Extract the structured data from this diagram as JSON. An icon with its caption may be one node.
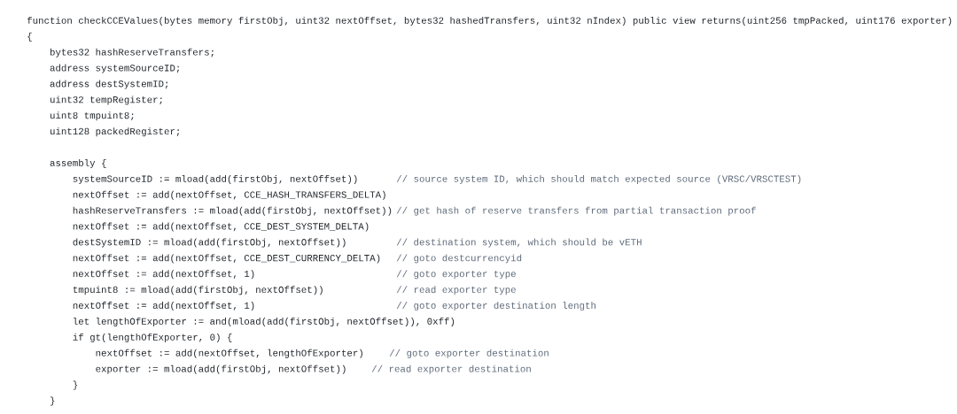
{
  "diagram": {
    "labels": [
      "function checkCCEValues(bytes memory firstObj, uint32 nextOffset, bytes32 hashedTransfers, uint32 nIndex) public view returns(uint256 tmpPacked, uint176 exporter)",
      "{",
      "bytes32 hashReserveTransfers;",
      "address systemSourceID;",
      "address destSystemID;",
      "uint32 tempRegister;",
      "uint8 tmpuint8;",
      "uint128 packedRegister;",
      "assembly {",
      "systemSourceID := mload(add(firstObj, nextOffset))",
      "// source system ID, which should match expected source (VRSC/VRSCTEST)",
      "nextOffset := add(nextOffset, CCE_HASH_TRANSFERS_DELTA)",
      "hashReserveTransfers := mload(add(firstObj, nextOffset))",
      "// get hash of reserve transfers from partial transaction proof",
      "nextOffset := add(nextOffset, CCE_DEST_SYSTEM_DELTA)",
      "destSystemID := mload(add(firstObj, nextOffset))",
      "// destination system, which should be vETH",
      "nextOffset := add(nextOffset, CCE_DEST_CURRENCY_DELTA)",
      "// goto destcurrencyid",
      "nextOffset := add(nextOffset, 1)",
      "// goto exporter type",
      "tmpuint8 := mload(add(firstObj, nextOffset))",
      "// read exporter type",
      "nextOffset := add(nextOffset, 1)",
      "// goto exporter destination length",
      "let lengthOfExporter := and(mload(add(firstObj, nextOffset)), 0xff)",
      "if gt(lengthOfExporter, 0) {",
      "nextOffset := add(nextOffset, lengthOfExporter)",
      "// goto exporter destination",
      "exporter := mload(add(firstObj, nextOffset))",
      "// read exporter destination",
      "}",
      "}"
    ]
  }
}
